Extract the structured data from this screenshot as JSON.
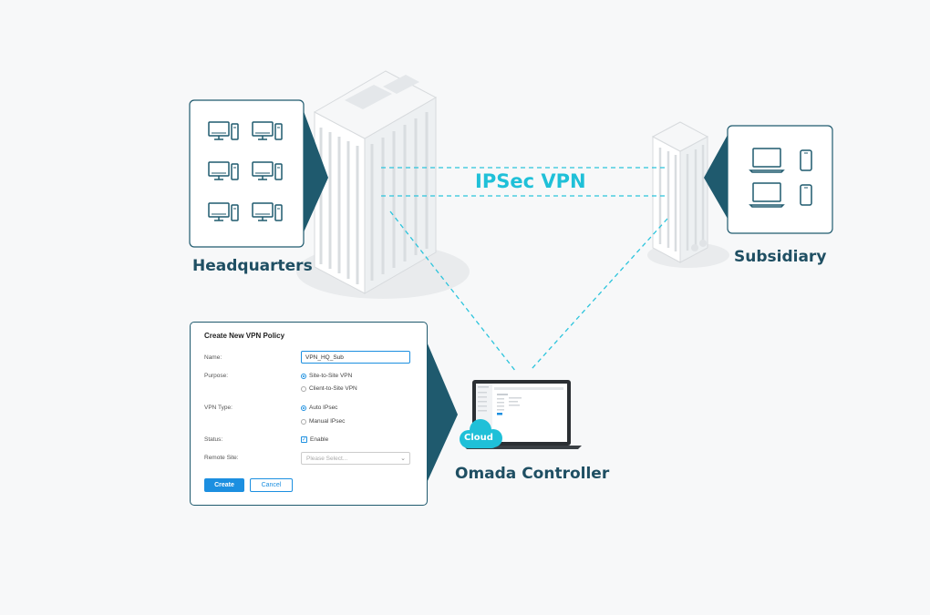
{
  "labels": {
    "headquarters": "Headquarters",
    "subsidiary": "Subsidiary",
    "ipsec_vpn": "IPSec VPN",
    "controller": "Omada Controller",
    "cloud": "Cloud"
  },
  "form": {
    "title": "Create New VPN Policy",
    "name_label": "Name:",
    "name_value": "VPN_HQ_Sub",
    "purpose_label": "Purpose:",
    "purpose_options": [
      "Site-to-Site VPN",
      "Client-to-Site VPN"
    ],
    "vpn_type_label": "VPN Type:",
    "vpn_type_options": [
      "Auto IPsec",
      "Manual IPsec"
    ],
    "status_label": "Status:",
    "status_option": "Enable",
    "remote_site_label": "Remote Site:",
    "remote_site_placeholder": "Please Select...",
    "create_label": "Create",
    "cancel_label": "Cancel"
  },
  "colors": {
    "teal_dark": "#1f5a6e",
    "ipsec_cyan": "#1fc0d8",
    "button_blue": "#1c8fe0"
  }
}
